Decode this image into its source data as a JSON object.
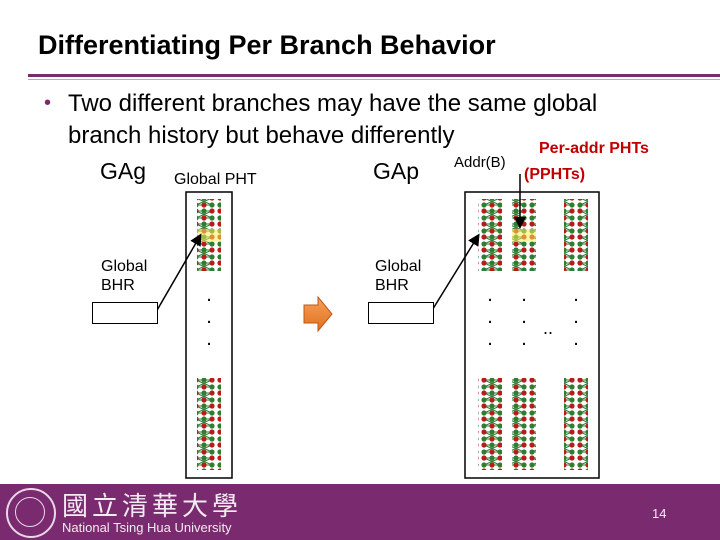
{
  "slide": {
    "title": "Differentiating Per Branch Behavior",
    "bullet": [
      "Two different branches may have the same global",
      "branch history but behave differently"
    ]
  },
  "labels": {
    "gag": "GAg",
    "global_pht": "Global PHT",
    "gap": "GAp",
    "addr": "Addr(B)",
    "per_addr_phts": "Per-addr PHTs",
    "pphts": "(PPHTs)",
    "global_bhr_line1": "Global",
    "global_bhr_line2": "BHR"
  },
  "footer": {
    "university_cn": "國立清華大學",
    "university": "National Tsing Hua University",
    "page": "14"
  },
  "colors": {
    "accent": "#7a2a6f",
    "highlight_text": "#c00000",
    "counter_taken": "#b71c1c",
    "counter_not_taken": "#2e7d32",
    "selected_entry": "#ffee58",
    "transition_arrow": "#e0701e"
  }
}
